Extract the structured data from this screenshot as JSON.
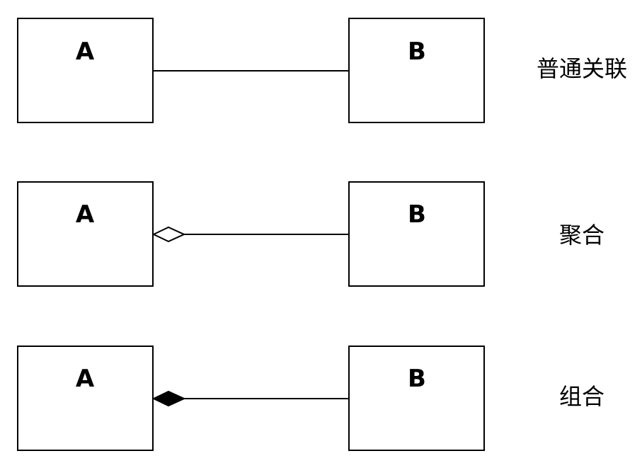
{
  "rows": [
    {
      "left_class": "A",
      "right_class": "B",
      "relation": "association",
      "label": "普通关联"
    },
    {
      "left_class": "A",
      "right_class": "B",
      "relation": "aggregation",
      "label": "聚合"
    },
    {
      "left_class": "A",
      "right_class": "B",
      "relation": "composition",
      "label": "组合"
    }
  ]
}
